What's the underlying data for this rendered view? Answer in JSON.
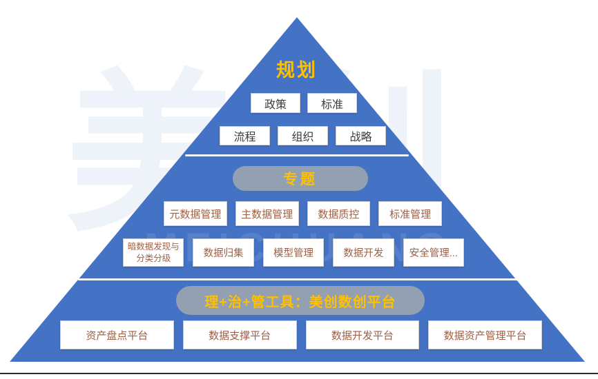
{
  "watermark": {
    "logo": "美创",
    "brand": "MEICHUANG"
  },
  "colors": {
    "pyramid_blue": "#4472C4",
    "title_gold": "#FFC000",
    "pill_gray": "#93a0b1",
    "tier1_box_text": "#3b3b3b",
    "item_box_text": "#9e5f44",
    "divider_white": "#f2f5fa"
  },
  "tiers": {
    "planning": {
      "title": "规划",
      "row1": [
        "政策",
        "标准"
      ],
      "row2": [
        "流程",
        "组织",
        "战略"
      ]
    },
    "topics": {
      "title": "专题",
      "row1": [
        "元数据管理",
        "主数据管理",
        "数据质控",
        "标准管理"
      ],
      "dark_data_line1": "暗数据发现与",
      "dark_data_line2": "分类分级",
      "row2": [
        "数据归集",
        "模型管理",
        "数据开发",
        "安全管理..."
      ]
    },
    "tools": {
      "title": "理+治+管工具：美创数创平台",
      "row": [
        "资产盘点平台",
        "数据支撑平台",
        "数据开发平台",
        "数据资产管理平台"
      ]
    }
  }
}
